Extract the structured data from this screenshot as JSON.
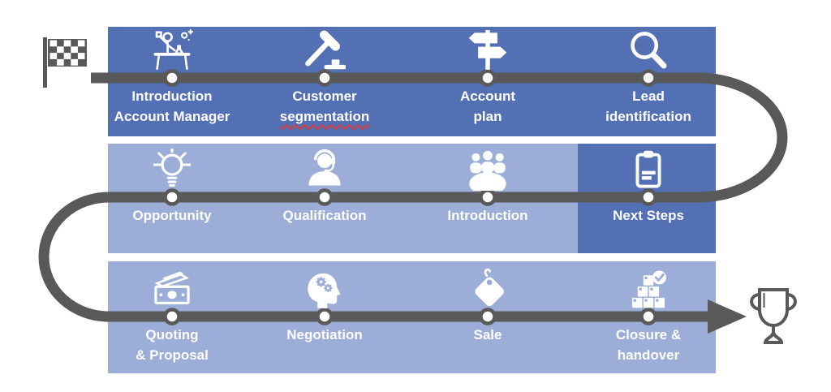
{
  "colors": {
    "primary_dark_blue": "#5470b5",
    "primary_light_blue": "#9cadd7",
    "path_gray": "#595959",
    "label_text": "#ffffff",
    "spellcheck_underline_red": "#d83b3b",
    "node_fill": "#ffffff"
  },
  "start": {
    "icon_name": "checkered-flag-icon"
  },
  "finish": {
    "icon_name": "trophy-icon"
  },
  "process": {
    "rows": [
      {
        "shade": "dark",
        "steps": [
          {
            "icon": "account-manager-desk-icon",
            "lines": [
              "Introduction",
              "Account Manager"
            ],
            "highlighted": false
          },
          {
            "icon": "gavel-icon",
            "lines": [
              "Customer",
              "segmentation"
            ],
            "highlighted": false,
            "spellcheck_on_line": 1
          },
          {
            "icon": "signpost-icon",
            "lines": [
              "Account",
              "plan"
            ],
            "highlighted": false
          },
          {
            "icon": "magnifier-icon",
            "lines": [
              "Lead",
              "identification"
            ],
            "highlighted": false
          }
        ]
      },
      {
        "shade": "light",
        "steps": [
          {
            "icon": "lightbulb-icon",
            "lines": [
              "Opportunity"
            ],
            "highlighted": false
          },
          {
            "icon": "headset-agent-icon",
            "lines": [
              "Qualification"
            ],
            "highlighted": false
          },
          {
            "icon": "meeting-people-icon",
            "lines": [
              "Introduction"
            ],
            "highlighted": false
          },
          {
            "icon": "clipboard-icon",
            "lines": [
              "Next Steps"
            ],
            "highlighted": true
          }
        ]
      },
      {
        "shade": "light",
        "steps": [
          {
            "icon": "banknote-icon",
            "lines": [
              "Quoting",
              "& Proposal"
            ],
            "highlighted": false
          },
          {
            "icon": "head-gears-icon",
            "lines": [
              "Negotiation"
            ],
            "highlighted": false
          },
          {
            "icon": "price-tag-icon",
            "lines": [
              "Sale"
            ],
            "highlighted": false
          },
          {
            "icon": "boxes-check-icon",
            "lines": [
              "Closure &",
              "handover"
            ],
            "highlighted": false
          }
        ]
      }
    ]
  }
}
